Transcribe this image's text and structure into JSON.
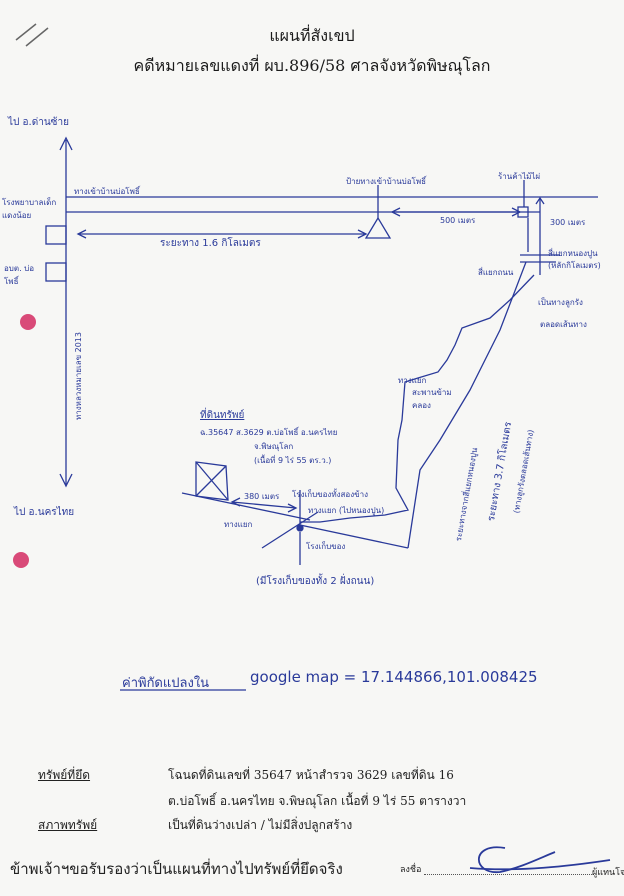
{
  "header": {
    "title": "แผนที่สังเขป",
    "subtitle": "คดีหมายเลขแดงที่ ผบ.896/58 ศาลจังหวัดพิษณุโลก"
  },
  "map": {
    "to_top": "ไป อ.ด่านซ้าย",
    "to_bottom": "ไป อ.นครไทย",
    "school_left": "โรงพยาบาลเด็ก แดงน้อย",
    "obt_left": "อบต. บ่อโพธิ์",
    "road_left_label": "ทางเข้าบ้านบ่อโพธิ์",
    "vertical_road_label": "ทางหลวงหมายเลข 2013",
    "distance_main": "ระยะทาง 1.6 กิโลเมตร",
    "sign_top": "ป้ายทางเข้าบ้านบ่อโพธิ์",
    "corner_top_right": "ร้านค้าไม้ไผ่",
    "dist_500": "500 เมตร",
    "dist_300": "300 เมตร",
    "junction_right": "สี่แยกหนองปูน",
    "junction_right_note": "(หลักกิโลเมตร)",
    "left_turn": "สี่แยกถนน",
    "road_unpaved": "เป็นทางลูกรัง",
    "road_unpaved2": "ตลอดเส้นทาง",
    "fork_label": "ทางแยก",
    "bridge_label": "สะพานข้ามคลอง",
    "distance_long": "ระยะทาง 3.7 กิโลเมตร",
    "distance_long_from": "ระยะทางจากสี่แยกหนองปูน",
    "distance_long_note": "(ทางลูกรังตลอดเส้นทาง)",
    "property_title": "ที่ดินทรัพย์",
    "property_detail1": "ฉ.35647 ส.3629 ต.บ่อโพธิ์ อ.นครไทย",
    "property_detail2": "จ.พิษณุโลก",
    "property_detail3": "(เนื้อที่ 9 ไร่ 55 ตร.ว.)",
    "dist_380": "380 เมตร",
    "warehouse_label": "โรงเก็บของทั้งสองข้าง",
    "fork_small": "ทางแยก (ไปหนองปูน)",
    "warehouse_small": "โรงเก็บของ",
    "left_fork_small": "ทางแยก",
    "note_bottom": "(มีโรงเก็บของทั้ง 2 ฝั่งถนน)"
  },
  "coords": {
    "label": "ค่าพิกัดแปลงใน",
    "text": "google map = 17.144866,101.008425"
  },
  "footer": {
    "asset_label": "ทรัพย์ที่ยึด",
    "asset_line1": "โฉนดที่ดินเลขที่  35647  หน้าสำรวจ  3629  เลขที่ดิน 16",
    "asset_line2": "ต.บ่อโพธิ์   อ.นครไทย   จ.พิษณุโลก      เนื้อที่  9 ไร่   55  ตารางวา",
    "status_label": "สภาพทรัพย์",
    "status_text": "เป็นที่ดินว่างเปล่า / ไม่มีสิ่งปลูกสร้าง",
    "certify_text": "ข้าพเจ้าฯขอรับรองว่าเป็นแผนที่ทางไปทรัพย์ที่ยึดจริง",
    "sign_label": "ลงชื่อ",
    "sign_role": "ผู้แทนโจ"
  }
}
